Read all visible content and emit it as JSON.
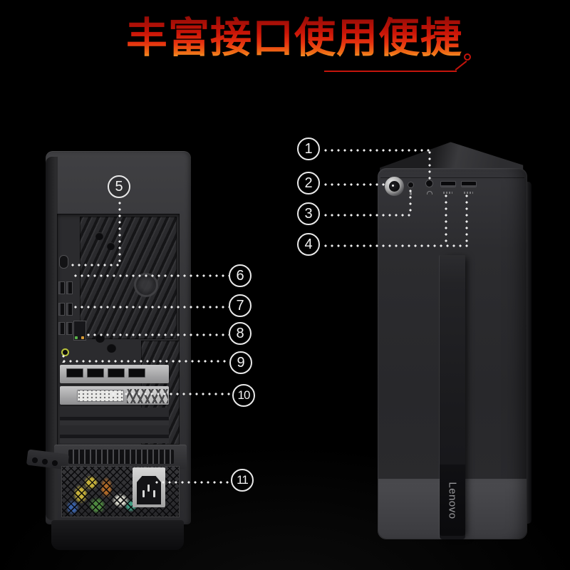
{
  "title": {
    "text": "丰富接口使用便捷"
  },
  "accent": {
    "headline_red": "#c4150c",
    "leader_dot_white": "#f0f0f0"
  },
  "front_view": {
    "brand_badge": "Lenovo",
    "callouts": {
      "c1": "1",
      "c2": "2",
      "c3": "3",
      "c4": "4"
    }
  },
  "rear_view": {
    "callouts": {
      "c5": "5",
      "c6": "6",
      "c7": "7",
      "c8": "8",
      "c9": "9",
      "c10": "10",
      "c11": "11"
    },
    "status_colors": {
      "audio_jack_ring": "#b9c43b",
      "ethernet_led_green": "#5bb54a",
      "ethernet_led_amber": "#d79a33"
    }
  },
  "icons": {
    "mic": "mic-icon",
    "headphone": "headphone-icon",
    "circuit_node": "circuit-node-icon"
  }
}
